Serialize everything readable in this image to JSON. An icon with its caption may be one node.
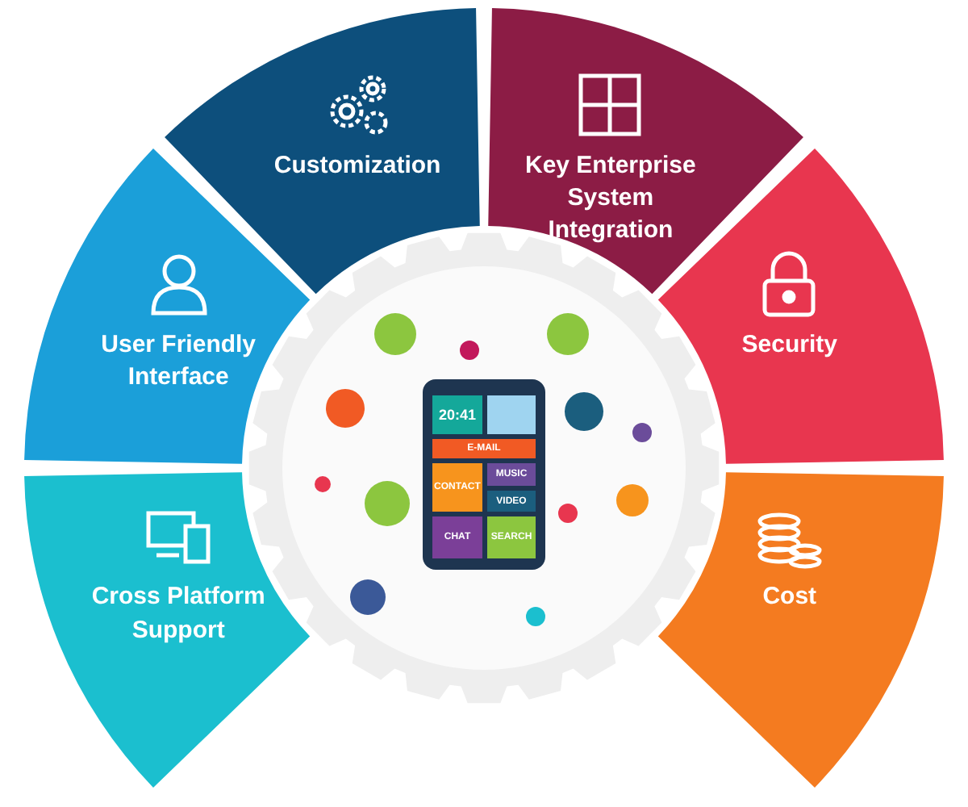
{
  "diagram": {
    "nodes": [
      {
        "text": [
          "Cross Platform Support"
        ]
      },
      {
        "text": [
          "User Friendly Interface"
        ]
      },
      {
        "text": [
          "Customization"
        ]
      },
      {
        "text": [
          "Key Enterprise System Integration"
        ]
      },
      {
        "text": [
          "Security"
        ]
      },
      {
        "text": [
          "Cost"
        ]
      }
    ],
    "labels": [
      "20:41",
      "E-MAIL",
      "MUSIC",
      "CONTACT",
      "VIDEO",
      "CHAT",
      "SEARCH"
    ]
  }
}
